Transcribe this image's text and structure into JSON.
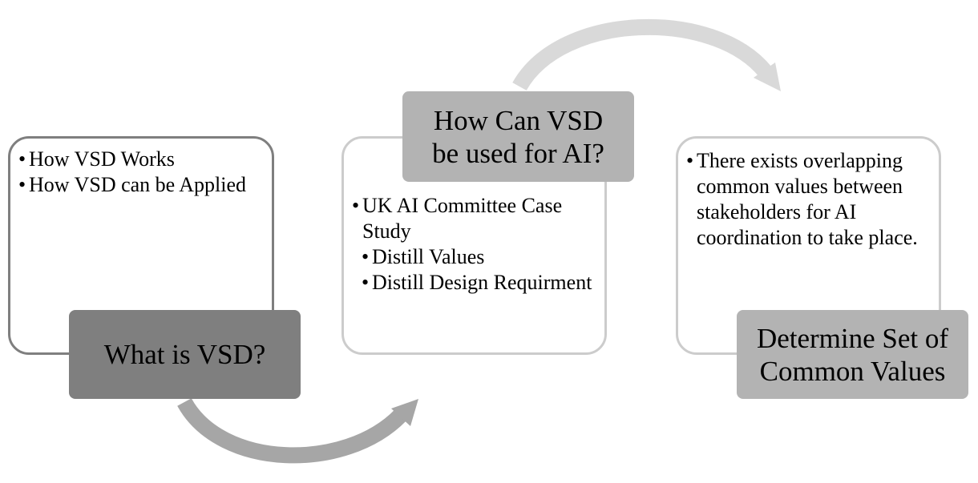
{
  "steps": [
    {
      "label": "What is VSD?",
      "bullets": [
        "How VSD Works",
        "How VSD can be Applied"
      ]
    },
    {
      "label": "How Can VSD be used for AI?",
      "bullets": [
        "UK AI Committee Case Study"
      ],
      "sub_bullets": [
        "Distill Values",
        "Distill Design Requirment"
      ]
    },
    {
      "label": "Determine Set of Common Values",
      "bullets": [
        "There exists overlapping common values between stakeholders for AI coordination to take place."
      ]
    }
  ],
  "colors": {
    "card1_border": "#7f7f7f",
    "card2_border": "#cccccc",
    "card3_border": "#cccccc",
    "label1_fill": "#7f7f7f",
    "label2_fill": "#b3b3b3",
    "label3_fill": "#b3b3b3",
    "arrow_bottom": "#a6a6a6",
    "arrow_top": "#d9d9d9"
  }
}
